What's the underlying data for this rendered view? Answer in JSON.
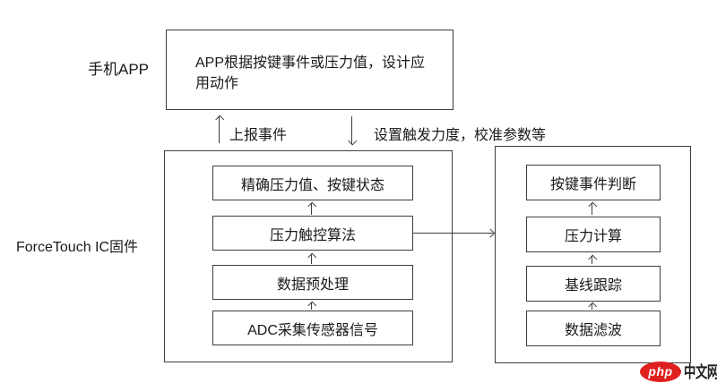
{
  "diagram": {
    "phone_app_label": "手机APP",
    "firmware_label": "ForceTouch IC固件",
    "app_box_text": "APP根据按键事件或压力值，设计应用动作",
    "up_edge_label": "上报事件",
    "down_edge_label": "设置触发力度，校准参数等",
    "firmware_stack": [
      "精确压力值、按键状态",
      "压力触控算法",
      "数据预处理",
      "ADC采集传感器信号"
    ],
    "algorithm_stack": [
      "按键事件判断",
      "压力计算",
      "基线跟踪",
      "数据滤波"
    ]
  },
  "colors": {
    "line": "#3d3d3d",
    "text": "#1a1a1a",
    "background": "#ffffff",
    "watermark_badge": "#e01f1f",
    "watermark_text": "#1e1e1e"
  },
  "watermark": {
    "badge_text": "php",
    "site_text": "中文网"
  }
}
